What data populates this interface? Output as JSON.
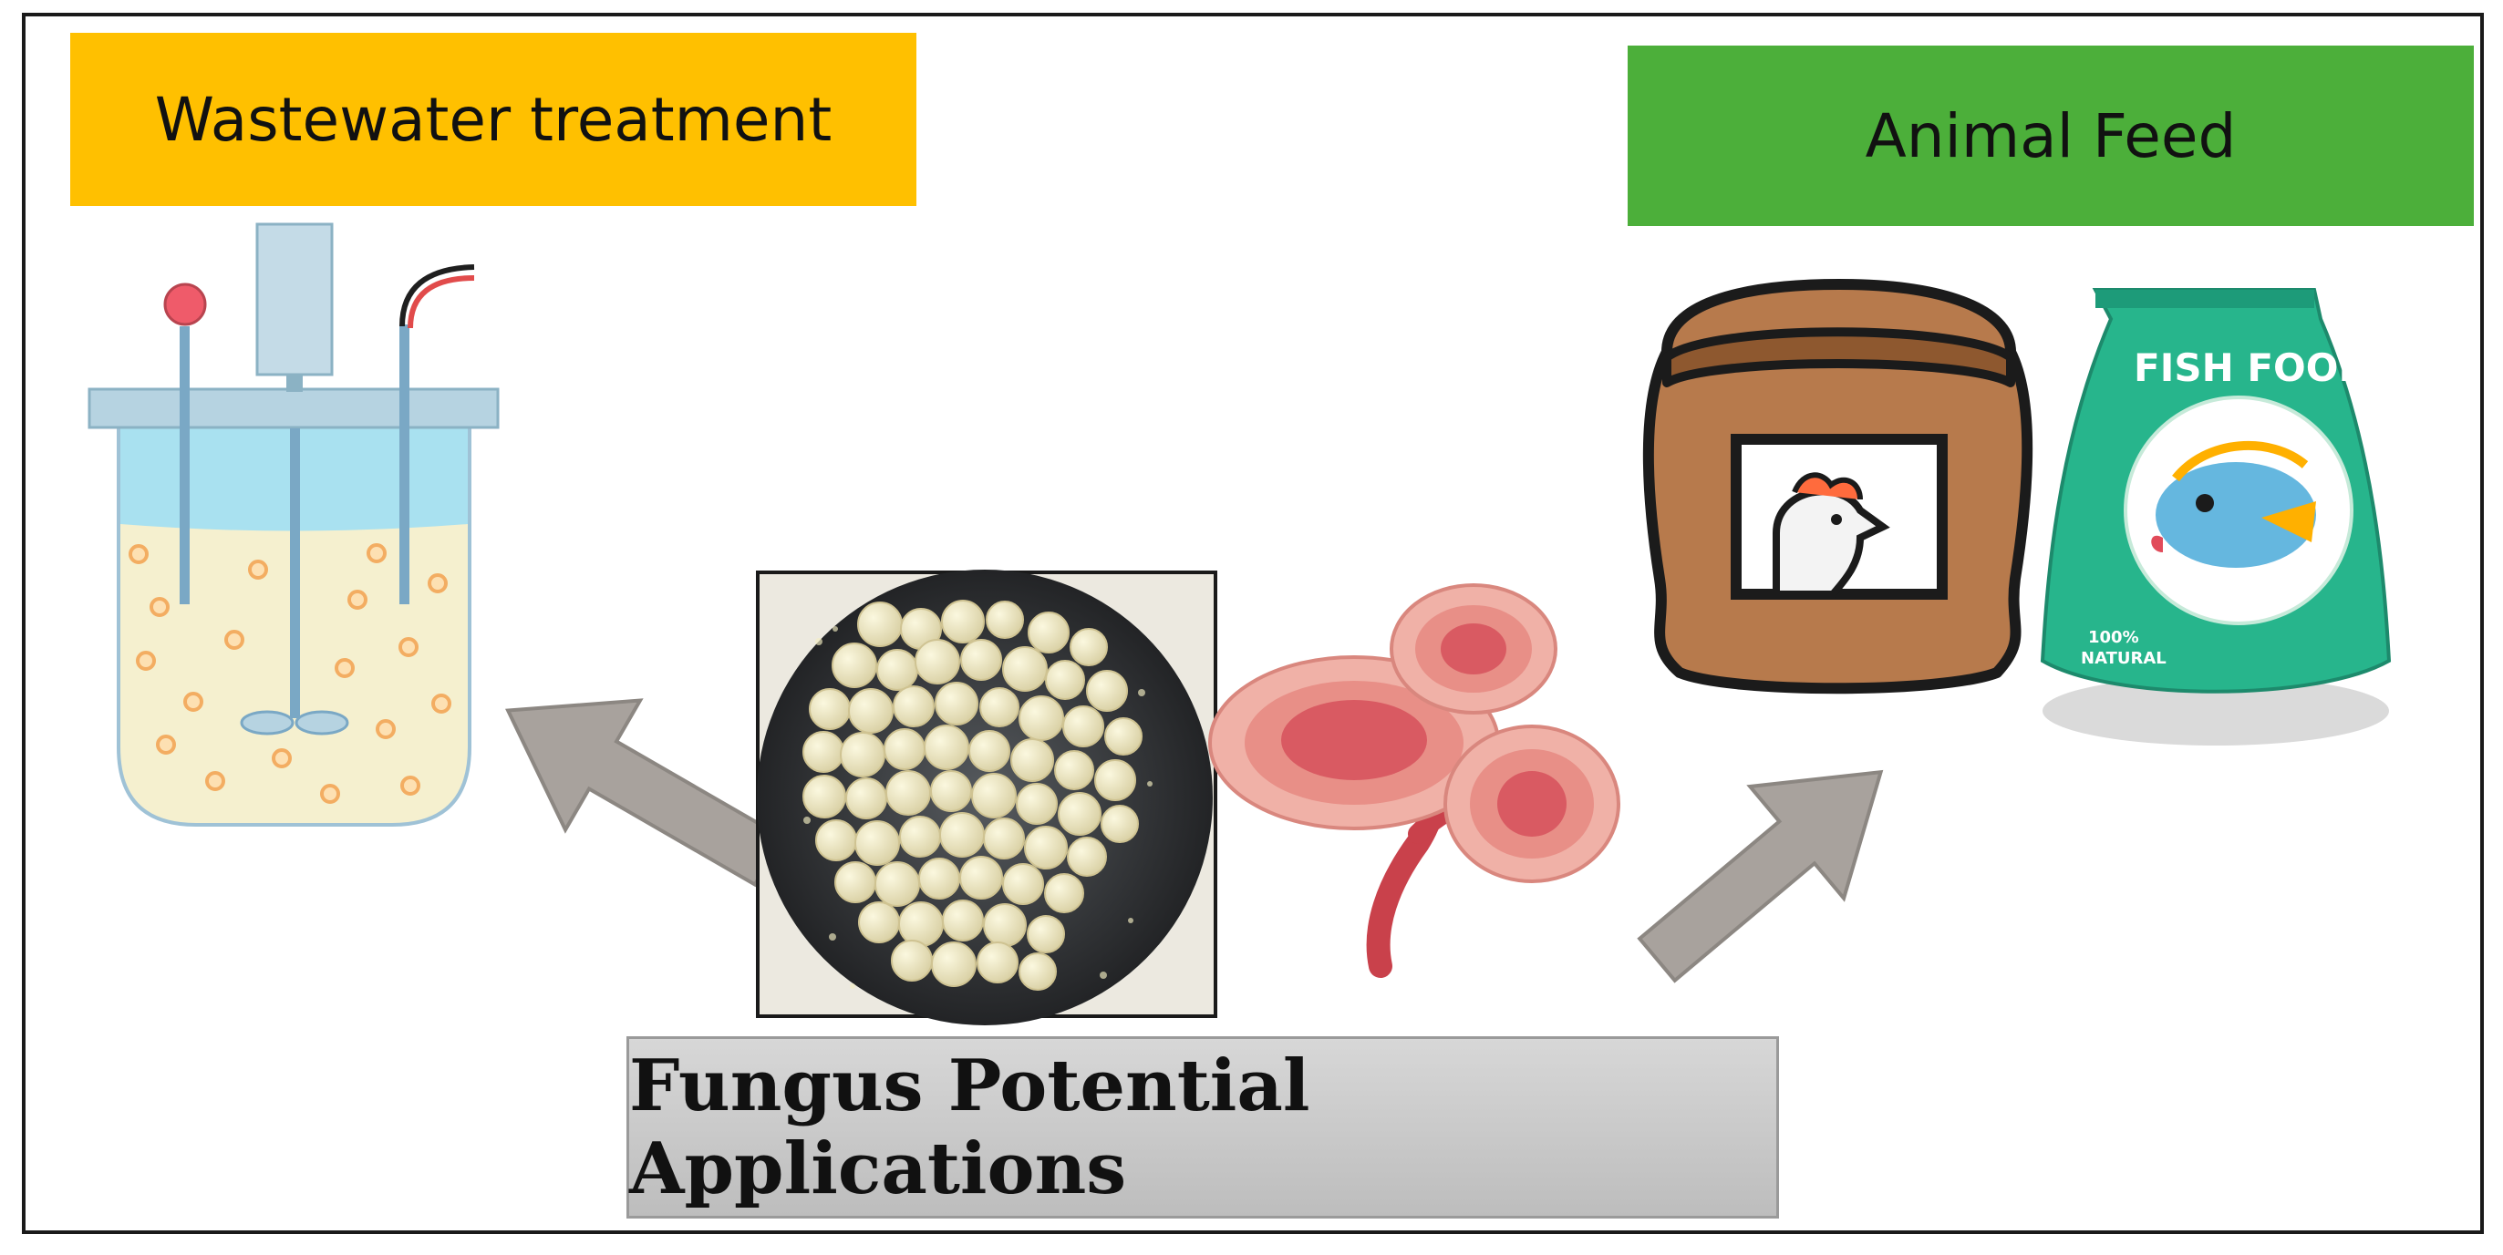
{
  "labels": {
    "wastewater": "Wastewater treatment",
    "animal_feed": "Animal Feed",
    "center": "Fungus Potential Applications",
    "fish_food": "FISH FOOD",
    "natural_top": "100%",
    "natural_bottom": "NATURAL"
  },
  "colors": {
    "wastewater_box": "#ffc000",
    "animal_feed_box": "#4caf3a",
    "arrow": "#a8a29d",
    "bag_brown": "#b77a4c",
    "fish_pack": "#27b58c",
    "mushroom_red": "#d94b57"
  }
}
